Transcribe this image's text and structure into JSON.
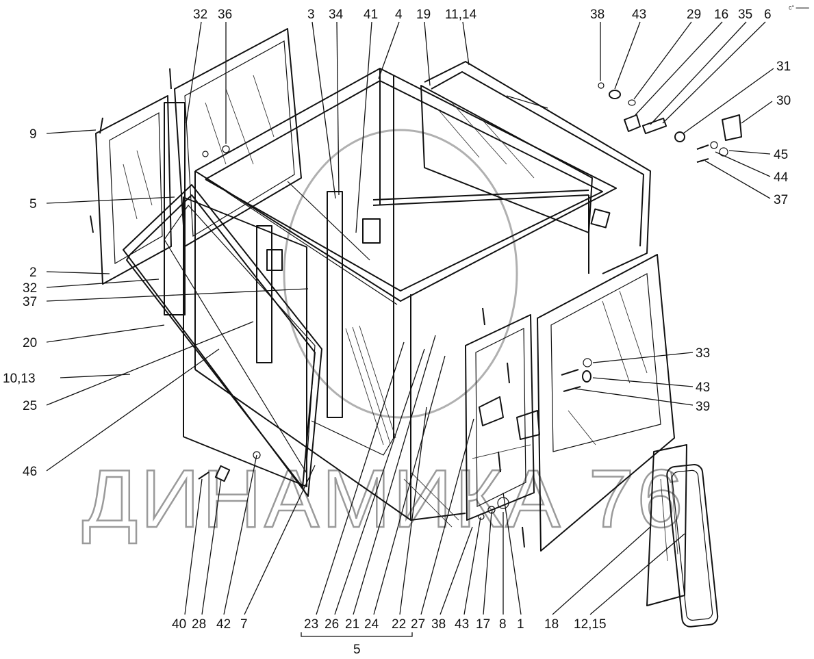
{
  "title": "",
  "corner_mark": "с° ═══",
  "watermark": "ДИНАМИКА 76",
  "callouts": {
    "top": [
      "32",
      "36",
      "3",
      "34",
      "41",
      "4",
      "19",
      "11,14",
      "38",
      "43",
      "29",
      "16",
      "35",
      "6"
    ],
    "right": [
      "31",
      "30",
      "45",
      "44",
      "37",
      "33",
      "43",
      "39"
    ],
    "left": [
      "9",
      "5",
      "2",
      "32",
      "37",
      "20",
      "10,13",
      "25",
      "46"
    ],
    "bottom": [
      "40",
      "28",
      "42",
      "7",
      "23",
      "26",
      "21",
      "24",
      "22",
      "27",
      "38",
      "43",
      "17",
      "8",
      "1",
      "18",
      "12,15"
    ],
    "group_label": "5"
  }
}
